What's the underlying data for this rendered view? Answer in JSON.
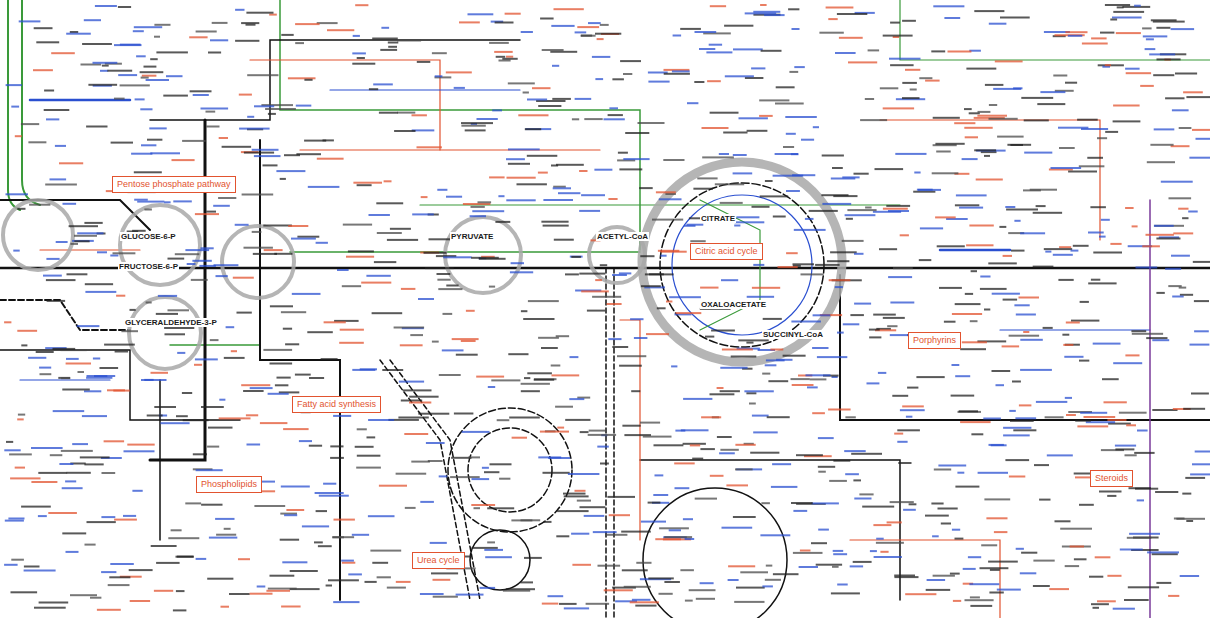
{
  "diagram": {
    "nodes": [
      {
        "text": [
          "Pentose phosphate pathway"
        ]
      },
      {
        "text": [
          "Citric acid cycle"
        ]
      },
      {
        "text": [
          "Fatty acid synthesis"
        ]
      },
      {
        "text": [
          "Phospholipids"
        ]
      },
      {
        "text": [
          "Urea cycle"
        ]
      },
      {
        "text": [
          "Porphyrins"
        ]
      },
      {
        "text": [
          "Steroids"
        ]
      }
    ],
    "labels": [
      "GLUCOSE-6-P",
      "FRUCTOSE-6-P",
      "PYRUVATE",
      "ACETYL-CoA",
      "CITRATE",
      "OXALOACETATE",
      "SUCCINYL-CoA",
      "GLYCERALDEHYDE-3-P"
    ]
  }
}
